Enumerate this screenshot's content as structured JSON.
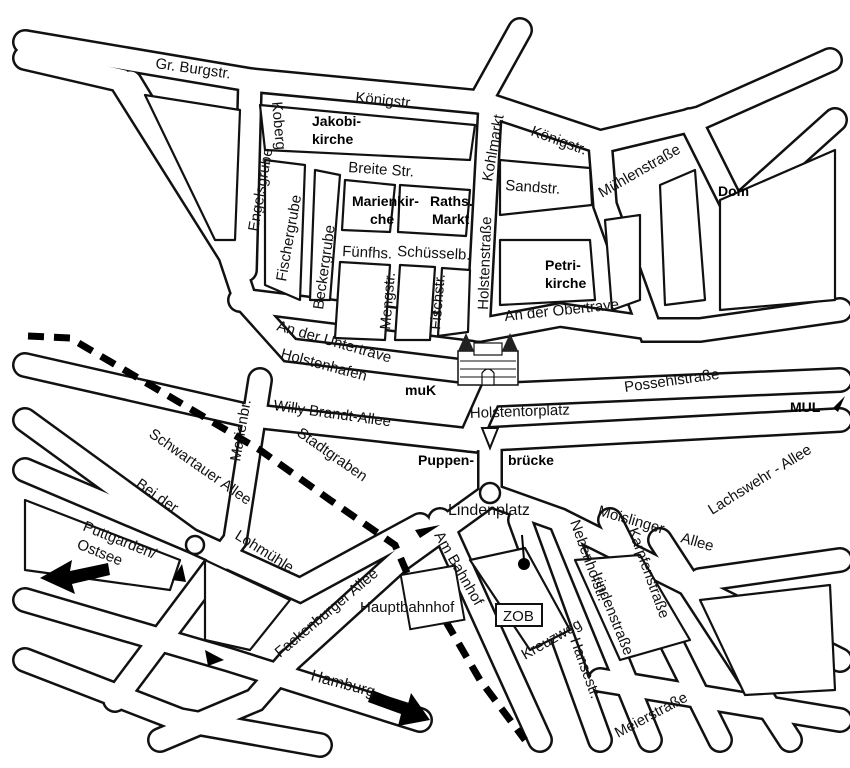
{
  "map": {
    "streets": {
      "gr_burgstr": "Gr. Burgstr.",
      "koenigstr_1": "Königstr.",
      "koenigstr_2": "Königstr.",
      "koberg": "Koberg",
      "engelsgrube": "Engelsgrube",
      "fischergrube": "Fischergrube",
      "beckergrube": "Beckergrube",
      "breite_str": "Breite Str.",
      "kohlmarkt": "Kohlmarkt",
      "sandstr": "Sandstr.",
      "muehlenstrasse": "Mühlenstraße",
      "fuenfhs": "Fünfhs.",
      "schuesselb": "Schüsselb.",
      "mengstr": "Mengstr.",
      "fischstr": "Fischstr.",
      "holstenstrasse": "Holstenstraße",
      "an_der_untertrave": "An der Untertrave",
      "an_der_obertrave": "An der Obertrave",
      "holstenhafen": "Holstenhafen",
      "possehlstrasse": "Possehlstraße",
      "holstentorplatz": "Holstentorplatz",
      "willy_brandt_allee": "Willy Brandt-Allee",
      "marienbr": "Marienbr.",
      "stadtgraben": "Stadtgraben",
      "schwartauer_allee": "Schwartauer Allee",
      "bei_der": "Bei der",
      "lohmuehle": "Lohmühle",
      "lindenplatz": "Lindenplatz",
      "moislinger_allee_1": "Moislinger",
      "moislinger_allee_2": "Allee",
      "lachswehr_allee": "Lachswehr - Allee",
      "nebenhofstr": "Nebenhofstr.",
      "lindenstrasse": "Lindenstraße",
      "karpfenstrasse": "Karpfenstraße",
      "am_bahnhof": "Am Bahnhof",
      "fackenburger_allee": "Fackenburger Allee",
      "kreuzweg": "Kreuzweg",
      "hansestr": "Hansestr.",
      "meierstrasse": "Meierstraße",
      "hamburg": "Hamburg",
      "puttgarden_1": "Puttgarden/",
      "puttgarden_2": "Ostsee"
    },
    "landmarks": {
      "jakobikirche_1": "Jakobi-",
      "jakobikirche_2": "kirche",
      "marienkirche_1": "Marienkir-",
      "marienkirche_2": "che",
      "rathsmarkt_1": "Raths.",
      "rathsmarkt_2": "Markt",
      "dom": "Dom",
      "petrikirche_1": "Petri-",
      "petrikirche_2": "kirche",
      "muk": "muK",
      "mul": "MUL",
      "puppen": "Puppen-",
      "bruecke": "brücke",
      "hauptbahnhof": "Hauptbahnhof",
      "zob": "ZOB"
    },
    "icons": {
      "holstentor": "holstentor-gate-icon",
      "location": "location-pin-icon"
    }
  }
}
